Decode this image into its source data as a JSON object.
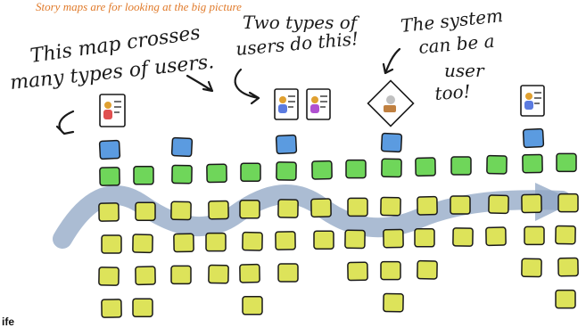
{
  "caption": "Story maps are for looking at the big picture",
  "annotations": {
    "note1": [
      "This map crosses",
      "many types of users."
    ],
    "note2": [
      "Two types of",
      "users do this!"
    ],
    "note3": [
      "The system",
      "can be a",
      "user",
      "too!"
    ]
  },
  "footer_text": "ife",
  "colors": {
    "blue": "#5b9be0",
    "green": "#6fd65a",
    "yellow": "#dde35a",
    "backbone": "#8fa6c4",
    "ink": "#1a1a1a",
    "caption": "#e07a2a"
  },
  "icons": [
    "user-card-icon",
    "robot-card-icon",
    "arrow-icon"
  ]
}
